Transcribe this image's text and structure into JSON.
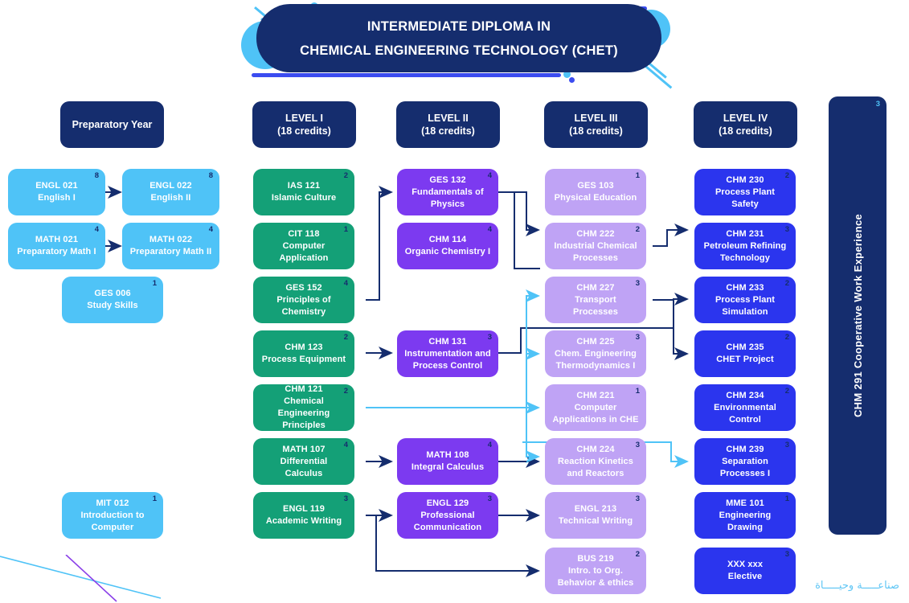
{
  "header": {
    "line1": "INTERMEDIATE DIPLOMA IN",
    "line2": "CHEMICAL ENGINEERING TECHNOLOGY (CHET)"
  },
  "columns": [
    {
      "id": "prep",
      "line1": "Preparatory Year",
      "line2": ""
    },
    {
      "id": "l1",
      "line1": "LEVEL I",
      "line2": "(18 credits)"
    },
    {
      "id": "l2",
      "line1": "LEVEL II",
      "line2": "(18 credits)"
    },
    {
      "id": "l3",
      "line1": "LEVEL III",
      "line2": "(18 credits)"
    },
    {
      "id": "l4",
      "line1": "LEVEL IV",
      "line2": "(18 credits)"
    }
  ],
  "courses": {
    "engl021": {
      "code": "ENGL 021",
      "title": "English I",
      "credits": "8"
    },
    "engl022": {
      "code": "ENGL 022",
      "title": "English II",
      "credits": "8"
    },
    "math021": {
      "code": "MATH 021",
      "title": "Preparatory Math I",
      "credits": "4"
    },
    "math022": {
      "code": "MATH 022",
      "title": "Preparatory Math II",
      "credits": "4"
    },
    "ges006": {
      "code": "GES 006",
      "title": "Study Skills",
      "credits": "1"
    },
    "mit012": {
      "code": "MIT 012",
      "title": "Introduction to Computer",
      "credits": "1"
    },
    "ias121": {
      "code": "IAS 121",
      "title": "Islamic Culture",
      "credits": "2"
    },
    "cit118": {
      "code": "CIT 118",
      "title": "Computer Application",
      "credits": "1"
    },
    "ges152": {
      "code": "GES 152",
      "title": "Principles of Chemistry",
      "credits": "4"
    },
    "chm123": {
      "code": "CHM 123",
      "title": "Process Equipment",
      "credits": "2"
    },
    "chm121": {
      "code": "CHM 121",
      "title": "Chemical Engineering Principles",
      "credits": "2"
    },
    "math107": {
      "code": "MATH 107",
      "title": "Differential Calculus",
      "credits": "4"
    },
    "engl119": {
      "code": "ENGL 119",
      "title": "Academic Writing",
      "credits": "3"
    },
    "ges132": {
      "code": "GES 132",
      "title": "Fundamentals of Physics",
      "credits": "4"
    },
    "chm114": {
      "code": "CHM 114",
      "title": "Organic Chemistry I",
      "credits": "4"
    },
    "chm131": {
      "code": "CHM 131",
      "title": "Instrumentation and Process Control",
      "credits": "3"
    },
    "math108": {
      "code": "MATH 108",
      "title": "Integral Calculus",
      "credits": "4"
    },
    "engl129": {
      "code": "ENGL 129",
      "title": "Professional Communication",
      "credits": "3"
    },
    "ges103": {
      "code": "GES 103",
      "title": "Physical Education",
      "credits": "1"
    },
    "chm222": {
      "code": "CHM 222",
      "title": "Industrial Chemical Processes",
      "credits": "2"
    },
    "chm227": {
      "code": "CHM 227",
      "title": "Transport Processes",
      "credits": "3"
    },
    "chm225": {
      "code": "CHM 225",
      "title": "Chem. Engineering Thermodynamics I",
      "credits": "3"
    },
    "chm221": {
      "code": "CHM 221",
      "title": "Computer Applications in CHE",
      "credits": "1"
    },
    "chm224": {
      "code": "CHM 224",
      "title": "Reaction Kinetics and Reactors",
      "credits": "3"
    },
    "engl213": {
      "code": "ENGL 213",
      "title": "Technical Writing",
      "credits": "3"
    },
    "bus219": {
      "code": "BUS 219",
      "title": "Intro. to Org. Behavior &  ethics",
      "credits": "2"
    },
    "chm230": {
      "code": "CHM 230",
      "title": "Process Plant Safety",
      "credits": "2"
    },
    "chm231": {
      "code": "CHM 231",
      "title": "Petroleum Refining Technology",
      "credits": "3"
    },
    "chm233": {
      "code": "CHM 233",
      "title": "Process Plant Simulation",
      "credits": "2"
    },
    "chm235": {
      "code": "CHM 235",
      "title": "CHET Project",
      "credits": "2"
    },
    "chm234": {
      "code": "CHM 234",
      "title": "Environmental Control",
      "credits": "2"
    },
    "chm239": {
      "code": "CHM 239",
      "title": "Separation Processes I",
      "credits": "3"
    },
    "mme101": {
      "code": "MME 101",
      "title": "Engineering Drawing",
      "credits": "1"
    },
    "elective": {
      "code": "XXX xxx",
      "title": "Elective",
      "credits": "3"
    },
    "chm291": {
      "code": "CHM 291",
      "title": "Cooperative Work Experience",
      "credits": "3"
    }
  },
  "coop_label": "CHM 291    Cooperative Work Experience",
  "footer": {
    "arabic": "صناعـــــة وحيـــــاة"
  },
  "colors": {
    "navy": "#152D6E",
    "prep": "#4FC3F7",
    "level1": "#14A077",
    "level2": "#7C3AF0",
    "level3": "#BFA3F5",
    "level4": "#2B35EE",
    "arrow_dark": "#152D6E",
    "arrow_cyan": "#4FC3F7",
    "accent_blue": "#3B4CF0"
  }
}
